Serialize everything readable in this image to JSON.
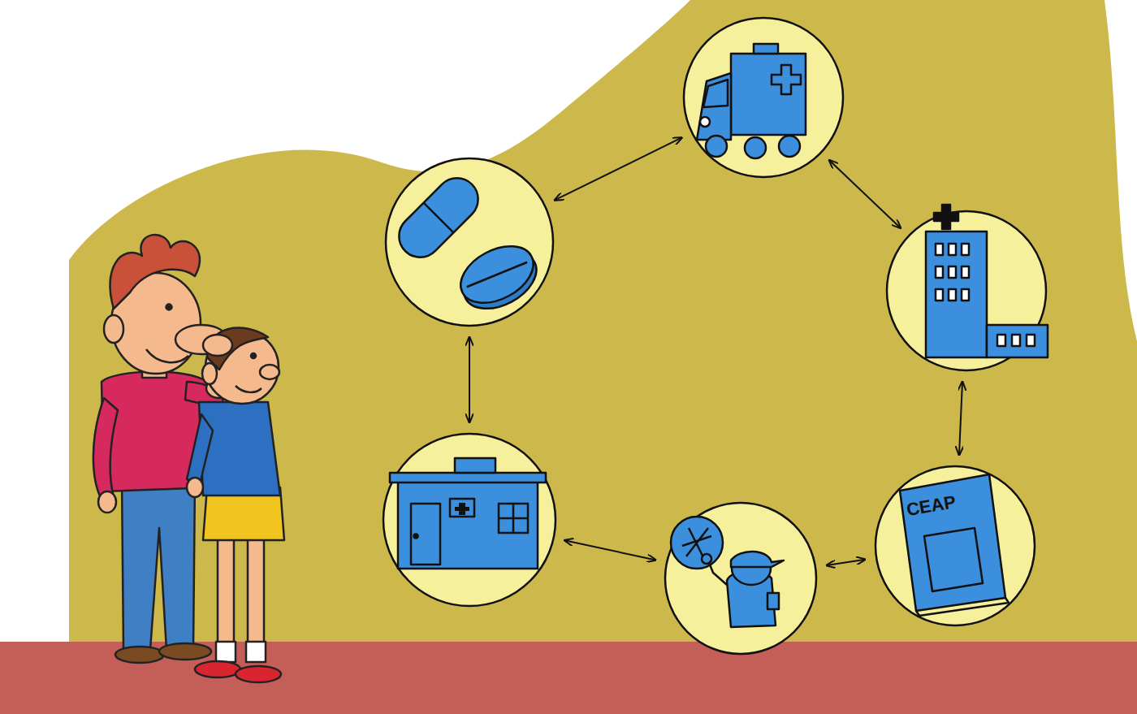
{
  "diagram": {
    "nodes": [
      {
        "text": []
      },
      {
        "text": []
      },
      {
        "text": []
      },
      {
        "text": [
          "CEAP"
        ]
      },
      {
        "text": []
      },
      {
        "text": []
      }
    ],
    "edges": [
      {
        "from": 0,
        "to": 1,
        "arrow": "both"
      },
      {
        "from": 1,
        "to": 2,
        "arrow": "both"
      },
      {
        "from": 2,
        "to": 3,
        "arrow": "both"
      },
      {
        "from": 3,
        "to": 4,
        "arrow": "both"
      },
      {
        "from": 4,
        "to": 5,
        "arrow": "both"
      },
      {
        "from": 5,
        "to": 0,
        "arrow": "both"
      }
    ]
  }
}
